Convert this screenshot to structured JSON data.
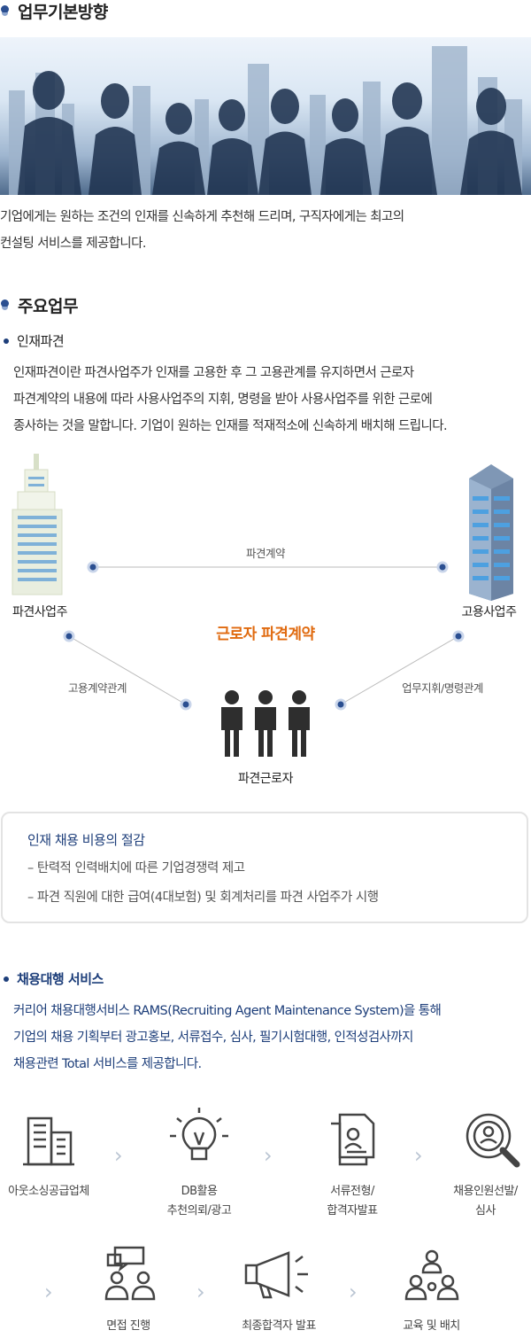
{
  "sections": {
    "basic": {
      "title": "업무기본방향"
    },
    "main": {
      "title": "주요업무"
    }
  },
  "intro": {
    "line1": "기업에게는 원하는 조건의 인재를 신속하게 추천해 드리며, 구직자에게는 최고의",
    "line2": "컨설팅 서비스를 제공합니다."
  },
  "dispatch": {
    "heading": "인재파견",
    "desc": [
      "인재파견이란 파견사업주가 인재를 고용한 후 그 고용관계를 유지하면서 근로자",
      "파견계약의 내용에 따라 사용사업주의 지휘, 명령을 받아 사용사업주를 위한 근로에",
      "종사하는 것을 말합니다. 기업이 원하는 인재를 적재적소에 신속하게 배치해 드립니다."
    ]
  },
  "diagram": {
    "left_label": "파견사업주",
    "right_label": "고용사업주",
    "center_label": "근로자 파견계약",
    "bottom_label": "파견근로자",
    "top_link": "파견계약",
    "left_link": "고용계약관계",
    "right_link": "업무지휘/명령관계",
    "accent_color": "#e06a0f",
    "line_color": "#2b4f91"
  },
  "benefit": {
    "title": "인재 채용 비용의 절감",
    "items": [
      "– 탄력적 인력배치에 따른 기업경쟁력 제고",
      "– 파견 직원에 대한 급여(4대보험) 및 회계처리를 파견 사업주가 시행"
    ]
  },
  "rams": {
    "heading": "채용대행 서비스",
    "desc": [
      "커리어 채용대행서비스 RAMS(Recruiting Agent Maintenance System)을 통해",
      "기업의 채용 기획부터 광고홍보, 서류접수, 심사, 필기시험대행, 인적성검사까지",
      "채용관련 Total 서비스를 제공합니다."
    ],
    "steps": [
      {
        "icon": "building-icon",
        "label1": "아웃소싱공급업체",
        "label2": ""
      },
      {
        "icon": "lightbulb-icon",
        "label1": "DB활용",
        "label2": "추천의뢰/광고"
      },
      {
        "icon": "document-icon",
        "label1": "서류전형/",
        "label2": "합격자발표"
      },
      {
        "icon": "magnifier-icon",
        "label1": "채용인원선발/",
        "label2": "심사"
      },
      {
        "icon": "interview-icon",
        "label1": "면접 진행",
        "label2": ""
      },
      {
        "icon": "megaphone-icon",
        "label1": "최종합격자 발표",
        "label2": ""
      },
      {
        "icon": "team-icon",
        "label1": "교육 및 배치",
        "label2": ""
      }
    ]
  }
}
